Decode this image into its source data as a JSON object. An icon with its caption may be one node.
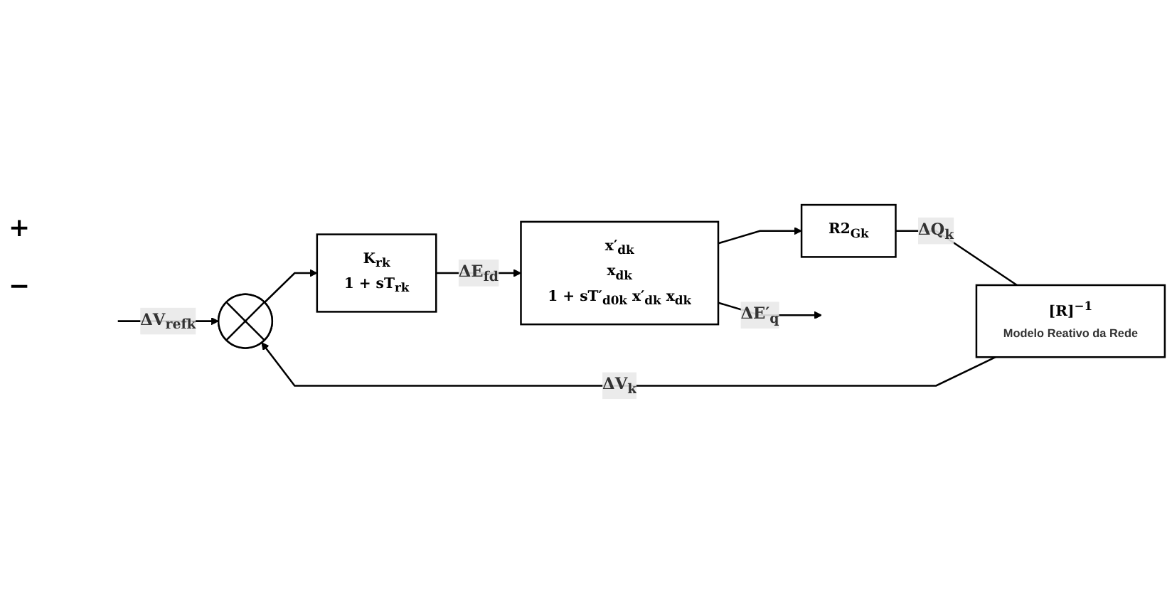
{
  "diagram": {
    "nodes": [
      {
        "text": [],
        "shape": "circle",
        "beside": [
          "+",
          "−"
        ]
      },
      {
        "text": [
          "K$_{rk}$",
          "1 + sT$_{rk}$"
        ]
      },
      {
        "text": [
          "x′$_{dk}$",
          "x$_{dk}$",
          "1 + sT′$_{d0k}$ x′$_{dk}$ x$_{dk}$"
        ]
      },
      {
        "text": [
          "R2$_{Gk}$"
        ]
      },
      {
        "text": [
          "[R]$^{−1}$",
          "Modelo Reativo da Rede"
        ]
      }
    ],
    "edges": [
      {
        "from": null,
        "to": 0,
        "arrow": "to",
        "label": "ΔV$_{refk}$"
      },
      {
        "from": 0,
        "to": 1,
        "arrow": "to"
      },
      {
        "from": 1,
        "to": 2,
        "arrow": "to",
        "label": "ΔE$_{fd}$"
      },
      {
        "from": 2,
        "to": null,
        "arrow": "to",
        "label": "ΔE′$_{q}$"
      },
      {
        "from": 2,
        "to": 3,
        "arrow": "to"
      },
      {
        "from": 3,
        "to": 4,
        "arrow": "none",
        "label": "ΔQ$_{k}$"
      },
      {
        "from": 4,
        "to": 0,
        "arrow": "to",
        "label": "ΔV$_{k}$"
      }
    ]
  }
}
